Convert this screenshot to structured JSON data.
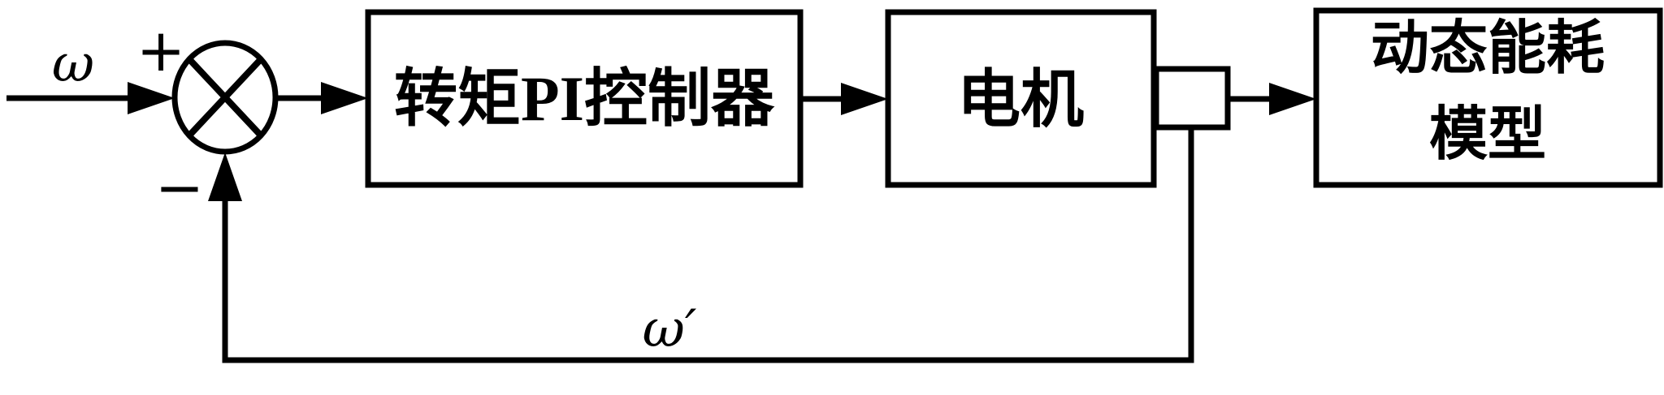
{
  "diagram": {
    "type": "control-system-block-diagram",
    "labels": {
      "input": "ω",
      "feedback": "ω′",
      "plus": "+",
      "minus": "−"
    },
    "blocks": {
      "controller": "转矩PI控制器",
      "motor": "电机",
      "energy_model_line1": "动态能耗",
      "energy_model_line2": "模型"
    },
    "colors": {
      "stroke": "#000000",
      "fill": "#ffffff"
    }
  }
}
